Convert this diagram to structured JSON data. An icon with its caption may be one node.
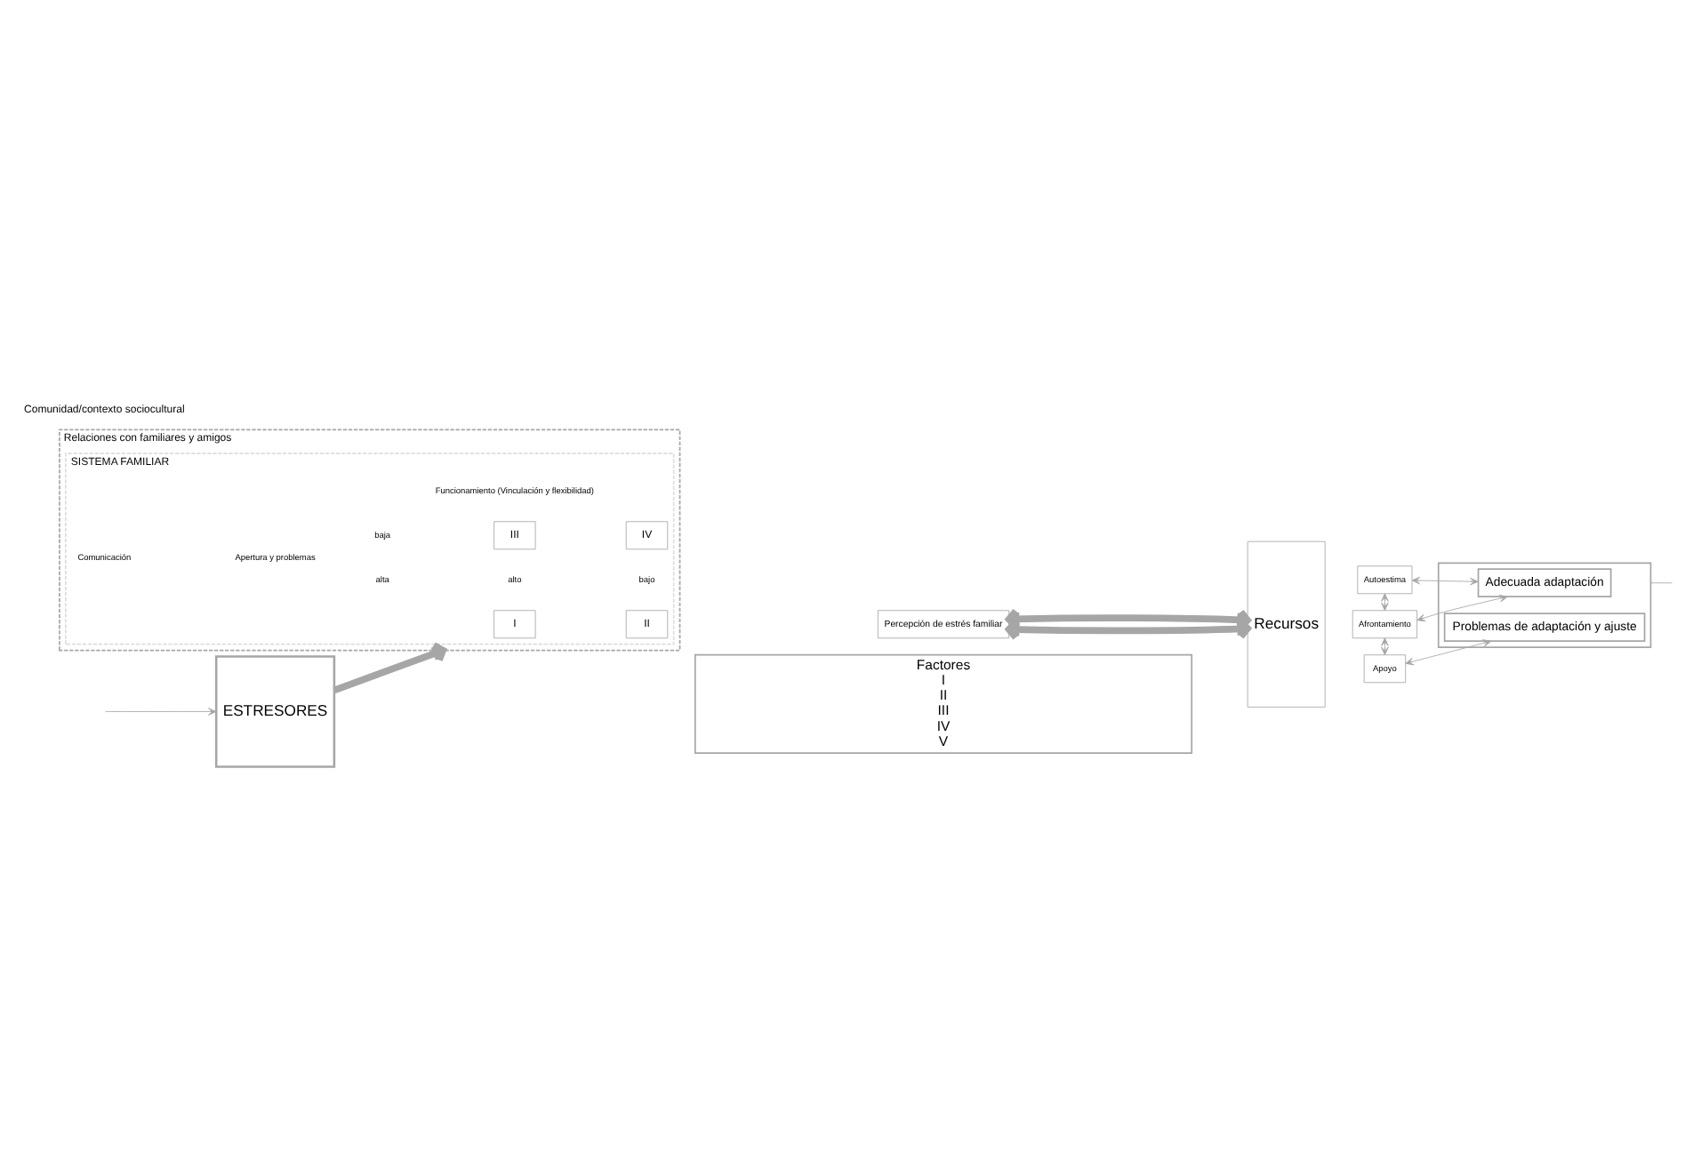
{
  "diagram": {
    "nodes": [
      {
        "text": [
          "Factores",
          "I",
          "II",
          "III",
          "IV",
          "V"
        ]
      },
      {
        "text": [
          "ESTRESORES"
        ]
      },
      {
        "text": [
          "Relaciones con familiares y amigos"
        ]
      },
      {
        "text": [
          "SISTEMA FAMILIAR"
        ],
        "in": 2
      },
      {
        "text": [
          "I"
        ],
        "in": 3
      },
      {
        "text": [
          "II"
        ],
        "in": 3
      },
      {
        "text": [
          "III"
        ],
        "in": 3
      },
      {
        "text": [
          "IV"
        ],
        "in": 3
      },
      {
        "text": [
          "Percepción de estrés familiar"
        ]
      },
      {
        "text": [
          "Recursos"
        ]
      },
      {
        "text": [
          "Autoestima"
        ]
      },
      {
        "text": [
          "Afrontamiento"
        ]
      },
      {
        "text": [
          "Apoyo"
        ]
      },
      {
        "text": [],
        "shape": "box"
      },
      {
        "text": [
          "Adecuada adaptación"
        ],
        "in": 13
      },
      {
        "text": [
          "Problemas de adaptación y ajuste"
        ],
        "in": 13
      }
    ],
    "edges": [
      {
        "from": 1,
        "to": 2,
        "arrow": "to",
        "style": "thick"
      },
      {
        "from": 8,
        "to": 9,
        "arrow": "both",
        "style": "thick"
      },
      {
        "from": 8,
        "to": 9,
        "arrow": "both",
        "style": "thick"
      },
      {
        "from": 10,
        "to": 11,
        "arrow": "both"
      },
      {
        "from": 11,
        "to": 12,
        "arrow": "both"
      },
      {
        "from": 10,
        "to": 14,
        "arrow": "both"
      },
      {
        "from": 14,
        "to": 11,
        "arrow": "both"
      },
      {
        "from": 15,
        "to": 12,
        "arrow": "both"
      },
      {
        "from": null,
        "to": 1,
        "arrow": "to"
      },
      {
        "from": 13,
        "to": null,
        "arrow": "none"
      }
    ],
    "labels": [
      "Funcionamiento (Vinculación y flexibilidad)",
      "alto",
      "bajo",
      "Comunicación",
      "Apertura y problemas",
      "alta",
      "baja",
      "Comunidad/contexto sociocultural"
    ]
  }
}
